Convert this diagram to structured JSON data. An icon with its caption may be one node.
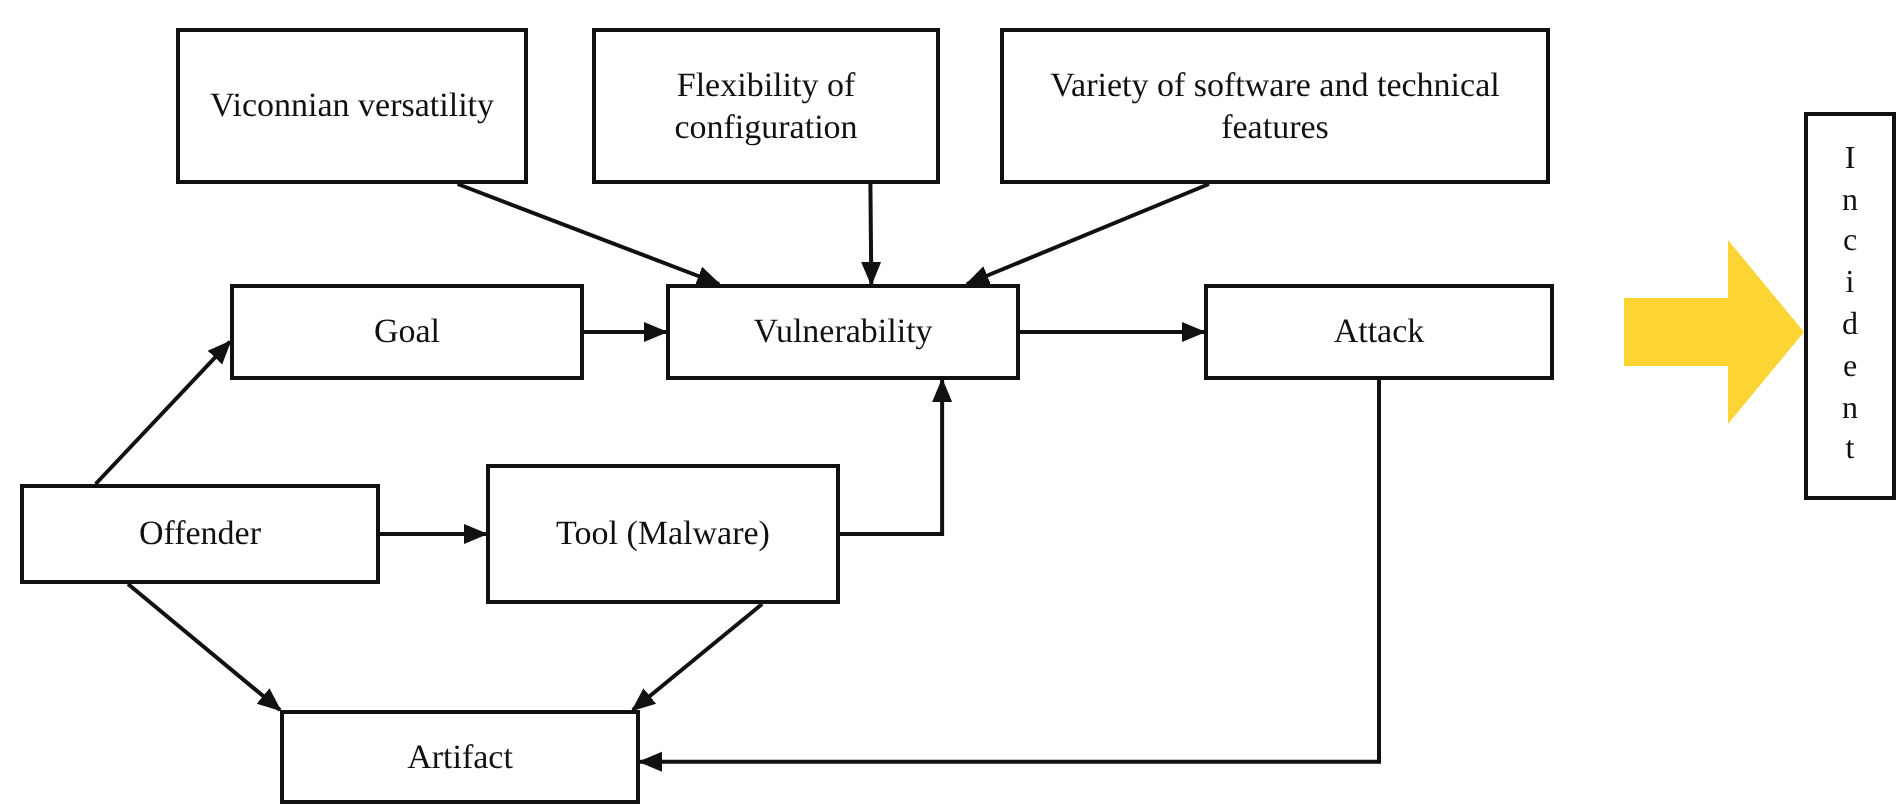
{
  "diagram": {
    "nodes": [
      {
        "text": [
          "Viconnian versatility"
        ]
      },
      {
        "text": [
          "Flexibility of configuration"
        ]
      },
      {
        "text": [
          "Variety of software and technical features"
        ]
      },
      {
        "text": [
          "Goal"
        ]
      },
      {
        "text": [
          "Vulnerability"
        ]
      },
      {
        "text": [
          "Attack"
        ]
      },
      {
        "text": [
          "Offender"
        ]
      },
      {
        "text": [
          "Tool (Malware)"
        ]
      },
      {
        "text": [
          "Artifact"
        ]
      },
      {
        "text": [
          "Incident"
        ]
      }
    ],
    "edges": [
      {
        "from": 0,
        "to": 4,
        "arrow": "to"
      },
      {
        "from": 1,
        "to": 4,
        "arrow": "to"
      },
      {
        "from": 2,
        "to": 4,
        "arrow": "to"
      },
      {
        "from": 6,
        "to": 3,
        "arrow": "to"
      },
      {
        "from": 3,
        "to": 4,
        "arrow": "to"
      },
      {
        "from": 4,
        "to": 5,
        "arrow": "to"
      },
      {
        "from": 6,
        "to": 7,
        "arrow": "to"
      },
      {
        "from": 7,
        "to": 4,
        "arrow": "to"
      },
      {
        "from": 6,
        "to": 8,
        "arrow": "to"
      },
      {
        "from": 7,
        "to": 8,
        "arrow": "to"
      },
      {
        "from": 5,
        "to": 8,
        "arrow": "to"
      },
      {
        "from": 5,
        "to": 9,
        "arrow": "to",
        "style": "thick",
        "color": "#fcd535"
      }
    ]
  }
}
